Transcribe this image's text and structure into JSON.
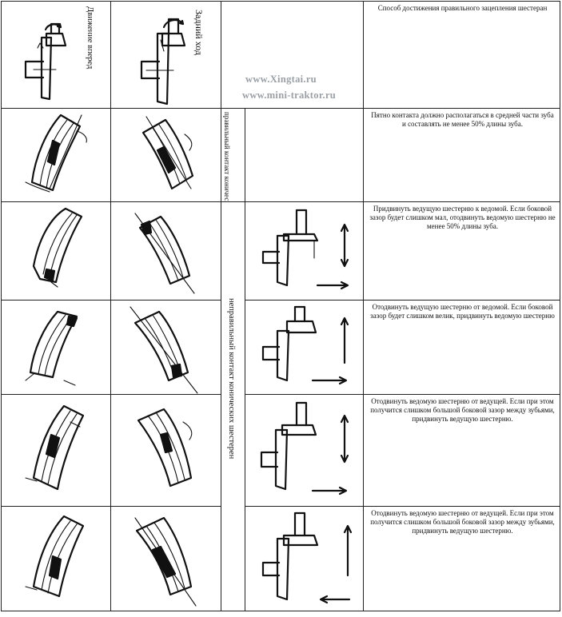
{
  "header": {
    "forward_label": "Движение вперед",
    "reverse_label": "Задний ход",
    "method_title": "Способ достижения правильного зацепления шестеран"
  },
  "watermark": {
    "line1": "www.Xingtai.ru",
    "line2": "www.mini-traktor.ru"
  },
  "section_labels": {
    "correct": "правильный контакт конических шестерн",
    "incorrect": "неправильный контакт конических шестерен"
  },
  "rows": [
    {
      "text": "Пятно контакта должно располагаться в средней части зуба и составлять не менее 50% длины зуба."
    },
    {
      "text": "Придвинуть ведущую шестерню к ведомой. Если боковой зазор будет слишком мал, отодвинуть ведомую шестерню не менее 50% длины зуба."
    },
    {
      "text": "Отодвинуть ведущую шестерню от ведомой. Если боковой зазор будет слишком велик, придвинуть ведомую шестерню"
    },
    {
      "text": "Отодвинуть ведомую шестерню от ведущей. Если при этом получится слишком большой боковой зазор между зубьями, придвинуть ведущую шестерню."
    },
    {
      "text": "Отодвинуть ведомую шестерню от ведущей. Если при этом получится слишком большой боковой зазор между зубьями, придвинуть ведущую шестерню."
    }
  ]
}
